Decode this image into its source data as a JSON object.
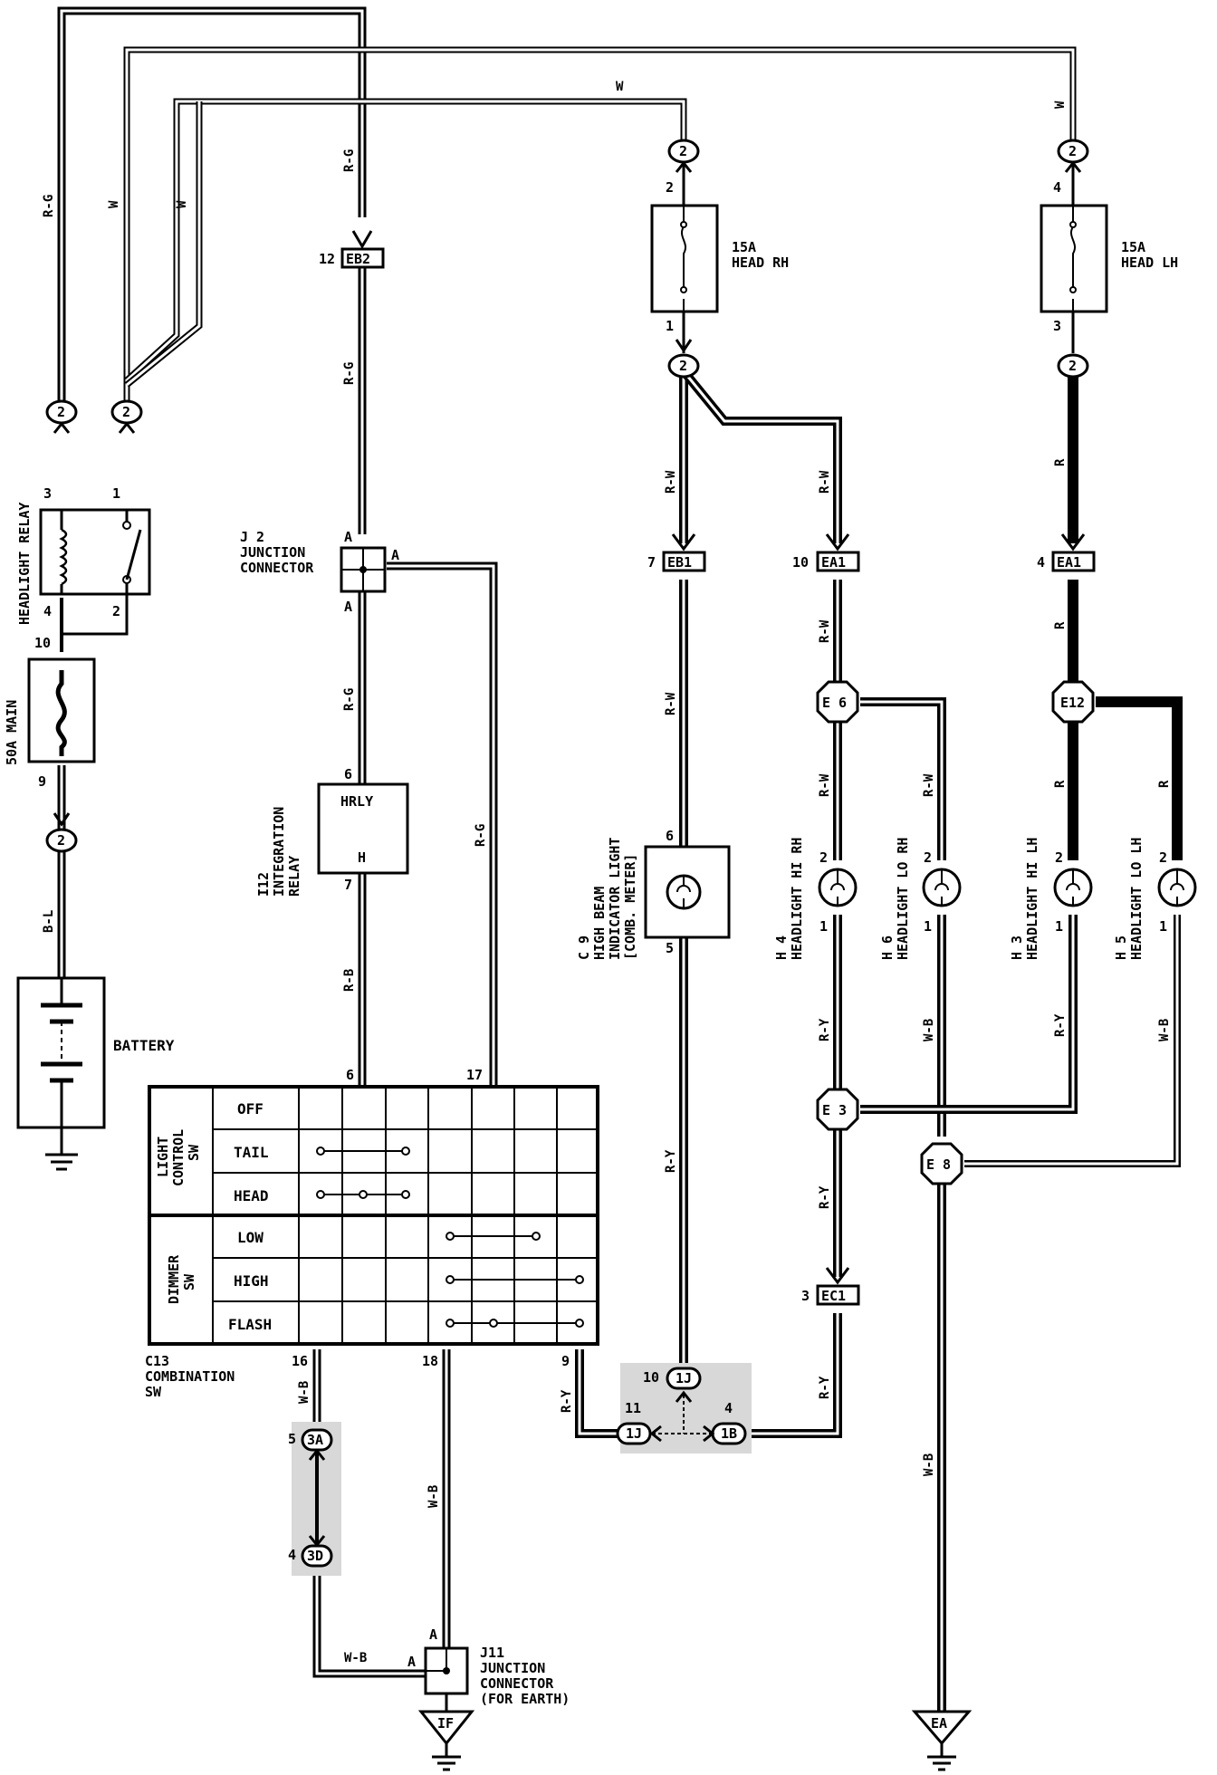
{
  "wire_colors": {
    "rg": "R-G",
    "w": "W",
    "rw": "R-W",
    "r": "R",
    "bl": "B-L",
    "rb": "R-B",
    "ry": "R-Y",
    "wb": "W-B"
  },
  "components": {
    "headlight_relay": "HEADLIGHT RELAY",
    "main_fuse": "50A MAIN",
    "battery": "BATTERY",
    "junction_j2": [
      "J 2",
      "JUNCTION",
      "CONNECTOR"
    ],
    "integration_relay": [
      "I12",
      "INTEGRATION",
      "RELAY"
    ],
    "hrly": "HRLY",
    "h_pin": "H",
    "fuse_rh": [
      "15A",
      "HEAD RH"
    ],
    "fuse_lh": [
      "15A",
      "HEAD LH"
    ],
    "indicator": [
      "C 9",
      "HIGH BEAM",
      "INDICATOR LIGHT",
      "[COMB. METER]"
    ],
    "h4": [
      "H 4",
      "HEADLIGHT HI RH"
    ],
    "h6": [
      "H 6",
      "HEADLIGHT LO RH"
    ],
    "h3": [
      "H 3",
      "HEADLIGHT HI LH"
    ],
    "h5": [
      "H 5",
      "HEADLIGHT LO LH"
    ],
    "combo_sw": [
      "C13",
      "COMBINATION",
      "SW"
    ],
    "junction_j11": [
      "J11",
      "JUNCTION",
      "CONNECTOR",
      "(FOR EARTH)"
    ],
    "ground_if": "IF",
    "ground_ea": "EA"
  },
  "connectors": {
    "c2": "2",
    "eb2": "EB2",
    "eb1": "EB1",
    "ea1": "EA1",
    "ec1": "EC1",
    "e6": "E 6",
    "e12": "E12",
    "e3": "E 3",
    "e8": "E 8",
    "c1j": "1J",
    "c1b": "1B",
    "c3a": "3A",
    "c3d": "3D"
  },
  "pins": {
    "p1": "1",
    "p2": "2",
    "p3": "3",
    "p4": "4",
    "p5": "5",
    "p6": "6",
    "p7": "7",
    "p9": "9",
    "p10": "10",
    "p11": "11",
    "p12": "12",
    "p16": "16",
    "p17": "17",
    "p18": "18",
    "pa": "A"
  },
  "switch_table": {
    "light_control_label": [
      "LIGHT",
      "CONTROL",
      "SW"
    ],
    "dimmer_label": [
      "DIMMER",
      "SW"
    ],
    "rows": [
      "OFF",
      "TAIL",
      "HEAD",
      "LOW",
      "HIGH",
      "FLASH"
    ]
  }
}
